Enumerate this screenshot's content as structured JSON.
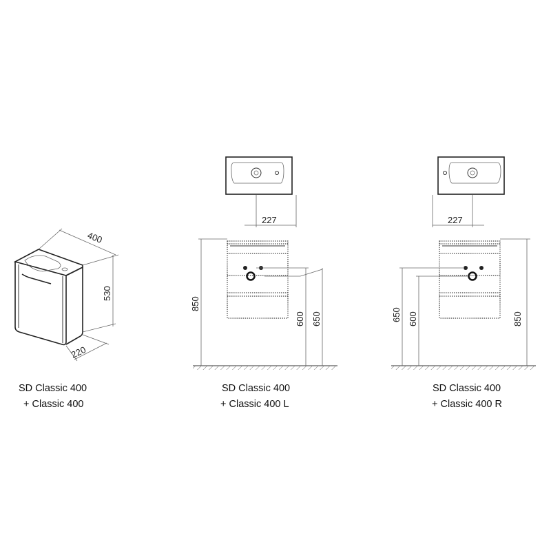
{
  "isometric": {
    "dim_width": "400",
    "dim_height": "530",
    "dim_depth": "220",
    "caption_line1": "SD Classic 400",
    "caption_line2": "+ Classic 400"
  },
  "front_left": {
    "dim_tap_offset": "227",
    "dim_total": "850",
    "dim_600": "600",
    "dim_650": "650",
    "caption_line1": "SD Classic 400",
    "caption_line2": "+ Classic 400 L"
  },
  "front_right": {
    "dim_tap_offset": "227",
    "dim_total": "850",
    "dim_600": "600",
    "dim_650": "650",
    "caption_line1": "SD Classic 400",
    "caption_line2": "+ Classic 400 R"
  }
}
